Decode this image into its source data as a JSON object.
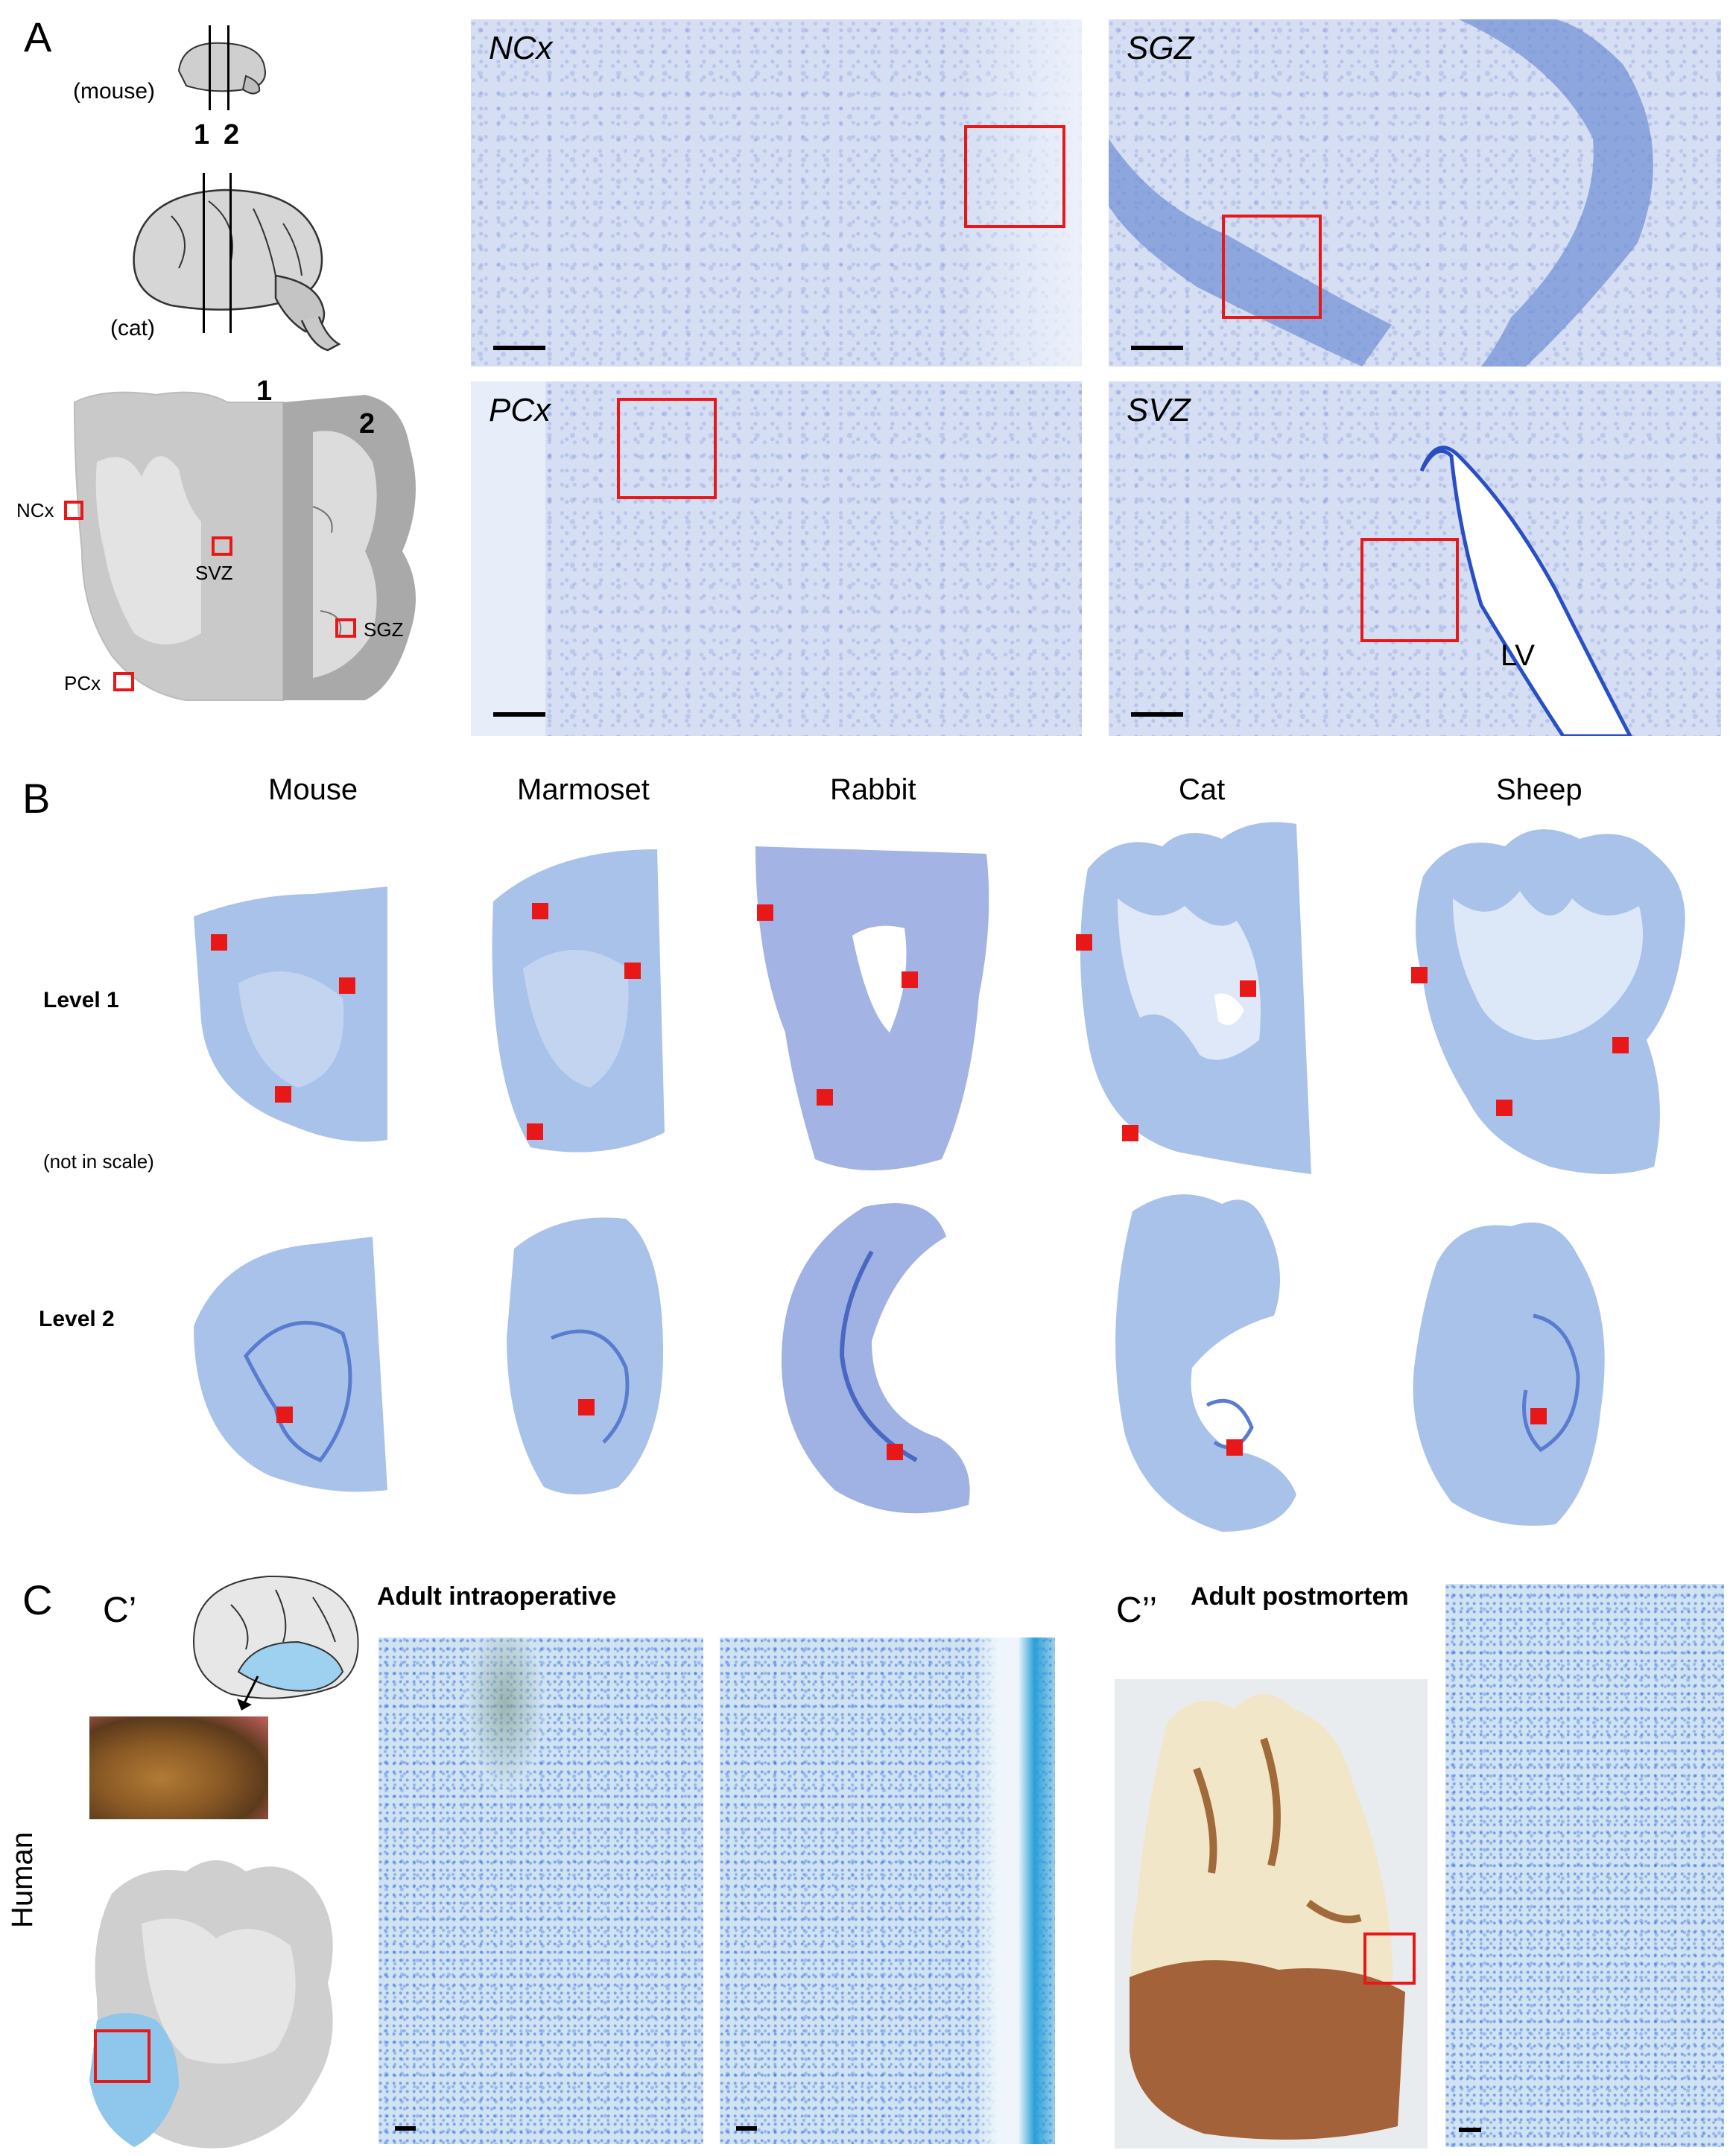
{
  "panelA": {
    "letter": "A",
    "mouse_label": "(mouse)",
    "cat_label": "(cat)",
    "line1": "1",
    "line2": "2",
    "section1_label": "1",
    "section2_label": "2",
    "region_labels": {
      "ncx": "NCx",
      "svz": "SVZ",
      "sgz": "SGZ",
      "pcx": "PCx"
    },
    "micro_labels": {
      "ncx": "NCx",
      "sgz": "SGZ",
      "pcx": "PCx",
      "svz": "SVZ"
    },
    "lv_label": "LV"
  },
  "panelB": {
    "letter": "B",
    "species": [
      "Mouse",
      "Marmoset",
      "Rabbit",
      "Cat",
      "Sheep"
    ],
    "level1": "Level 1",
    "scale_note": "(not in scale)",
    "level2": "Level 2"
  },
  "panelC": {
    "letter": "C",
    "c_prime": "C’",
    "c_double_prime": "C’’",
    "intraoperative_title": "Adult intraoperative",
    "postmortem_title": "Adult postmortem",
    "human_label": "Human"
  },
  "colors": {
    "stain_blue": "#a9c2ea",
    "red_marker": "#e81818",
    "gray_brain": "#d9d9d9"
  }
}
